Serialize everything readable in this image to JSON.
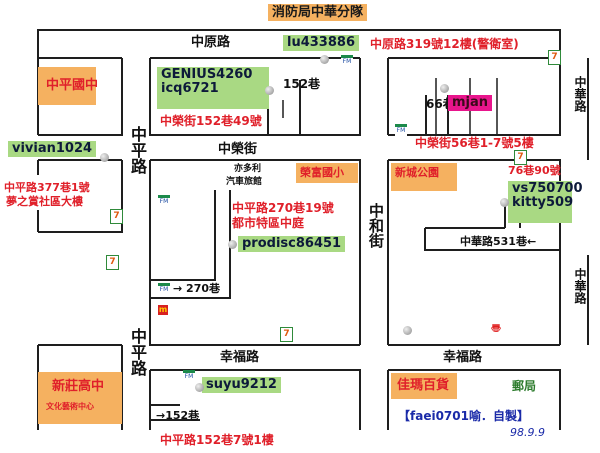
{
  "title": "消防局中華分隊",
  "roads": {
    "zhongyuan": "中原路",
    "zhongping": "中平路",
    "zhongrong": "中榮街",
    "zhonghe": "中和街",
    "zhonghua": "中華路",
    "xingfu_left": "幸福路",
    "xingfu_right": "幸福路"
  },
  "lanes": {
    "lane152_top": "152巷",
    "lane66": "66巷",
    "lane270": "→ 270巷",
    "lane531": "中華路531巷←",
    "lane152_bottom": "→152巷"
  },
  "places": {
    "zhongping_jh": "中平國中",
    "xinzhuang_hs_1": "新莊高中",
    "xinzhuang_hs_2": "文化藝術中心",
    "siyuan_es": "榮富國小",
    "xincheng_park": "新城公園",
    "jiajia_store": "佳瑪百貨",
    "post_office": "郵局",
    "hotel_1": "亦多利",
    "hotel_2": "汽車旅館"
  },
  "addresses": {
    "a1": "中原路319號12樓(警衛室)",
    "a2": "中榮街152巷49號",
    "a3_1": "中平路377巷1號",
    "a3_2": "夢之賞社區大樓",
    "a4": "中榮街56巷1-7號5樓",
    "a5": "76巷90號",
    "a6_1": "中平路270巷19號",
    "a6_2": "都市特區中庭",
    "a7": "中平路152巷7號1樓"
  },
  "users": {
    "u1": "lu433886",
    "u2_1": "GENIUS4260",
    "u2_2": "icq6721",
    "u3": "vivian1024",
    "u4": "mjan",
    "u5_1": "vs750700",
    "u5_2": "kitty509",
    "u6": "prodisc86451",
    "u7": "suyu9212"
  },
  "credit": "【faei0701喻．自製】",
  "date": "98.9.9",
  "icons": {
    "seven_eleven": "7",
    "fm": "FM",
    "mcdonalds": "m",
    "post": "〠"
  },
  "colors": {
    "road_line": "#1e1e1e",
    "address_red": "#e0202a",
    "user_tag_green": "#a9d983",
    "school_orange": "#f5b160",
    "highlight_magenta": "#e8158c",
    "credit_blue": "#1a2aa8"
  }
}
